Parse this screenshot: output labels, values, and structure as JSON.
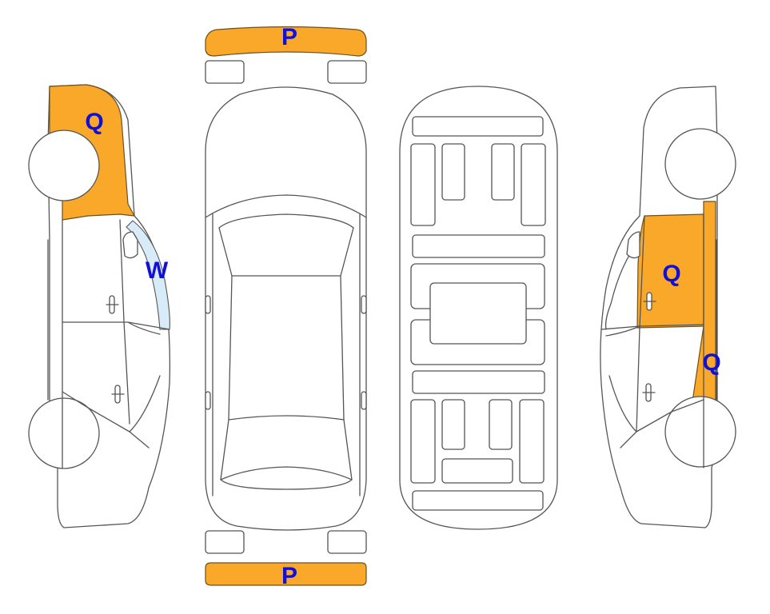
{
  "colors": {
    "damage_fill": "#f9a82a",
    "window_fill": "#d7ecf8",
    "tag_text": "#1010d6",
    "outline": "#555555"
  },
  "views": {
    "left_side": {
      "tags": [
        {
          "code": "Q",
          "part": "front-quarter-panel"
        },
        {
          "code": "W",
          "part": "windshield-pillar-glass"
        }
      ]
    },
    "top": {
      "tags": [
        {
          "code": "P",
          "part": "front-bumper"
        },
        {
          "code": "P",
          "part": "rear-bumper"
        }
      ]
    },
    "underside": {
      "tags": []
    },
    "right_side": {
      "tags": [
        {
          "code": "Q",
          "part": "front-door-panel"
        },
        {
          "code": "Q",
          "part": "door-edge-panel"
        }
      ]
    }
  }
}
